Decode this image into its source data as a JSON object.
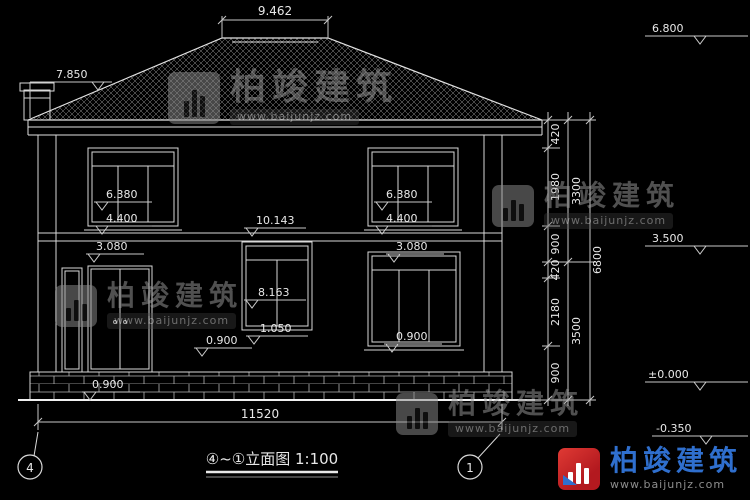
{
  "page": {
    "background": "#000000",
    "line_color": "#d9d9d9"
  },
  "title_block": {
    "title": "④~①立面图 1:100",
    "axis_bubble_left": "4",
    "axis_bubble_right": "1"
  },
  "dimensions": {
    "top_width": "9.462",
    "bottom_width": "11520",
    "levels": {
      "eave_left": "7.850",
      "ridge": "10.143",
      "mid_center": "8.163",
      "right_top": "6.800",
      "right_mid": "3.500",
      "right_zero": "±0.000",
      "right_below": "-0.350",
      "f2_head_left": "6.380",
      "f2_sill_left": "4.400",
      "f2_head_right": "6.380",
      "f2_sill_right": "4.400",
      "f1_head_left": "3.080",
      "f1_head_right": "3.080",
      "center_sill_upper": "1.050",
      "center_sill_lower": "0.900",
      "f1_sill_right": "0.900",
      "plinth_left": "0.900"
    },
    "right_chain_inner": [
      "420",
      "1980",
      "900",
      "420",
      "2180",
      "900"
    ],
    "right_chain_mid": [
      "3300",
      "3500"
    ],
    "right_chain_outer": [
      "6800"
    ]
  },
  "watermark": {
    "brand": "柏竣建筑",
    "url": "www.baijunjz.com"
  }
}
